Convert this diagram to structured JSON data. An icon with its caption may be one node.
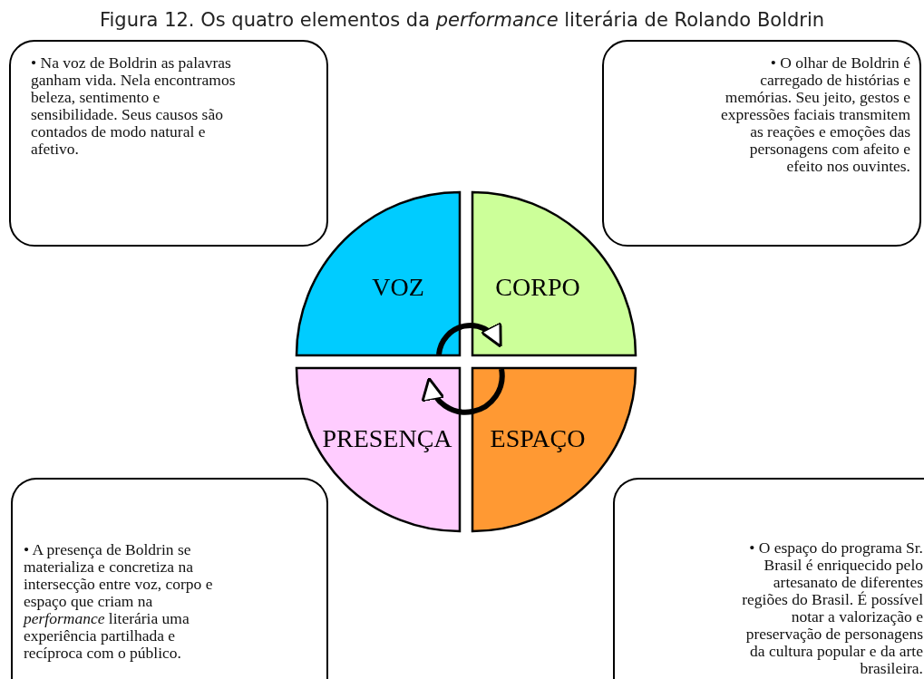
{
  "diagram": {
    "title": "Figura 12. Os quatro elementos da *performance* literária de Rolando Boldrin",
    "nodes": [
      {
        "text": [
          "• Na voz de Boldrin as palavras ganham vida. Nela encontramos beleza, sentimento e sensibilidade. Seus causos são contados de modo natural e afetivo."
        ]
      },
      {
        "text": [
          "• O olhar de Boldrin é carregado de histórias e memórias. Seu jeito, gestos e expressões faciais transmitem as reações e emoções das personagens com afeito e efeito nos ouvintes."
        ]
      },
      {
        "text": [
          "VOZ"
        ]
      },
      {
        "text": [
          "CORPO"
        ]
      },
      {
        "text": [
          "PRESENÇA"
        ]
      },
      {
        "text": [
          "ESPAÇO"
        ]
      },
      {
        "text": [
          "• A presença de Boldrin se materializa e concretiza na intersecção entre voz, corpo e espaço que criam na *performance* literária uma experiência partilhada e recíproca com o público."
        ]
      },
      {
        "text": [
          "• O espaço do programa Sr. Brasil é enriquecido pelo artesanato de diferentes regiões do Brasil. É possível notar a valorização e preservação de personagens da cultura popular e da arte brasileira."
        ]
      }
    ],
    "edges": [
      {
        "from": 2,
        "to": 3,
        "arrow": "to"
      },
      {
        "from": 5,
        "to": 4,
        "arrow": "to"
      }
    ]
  }
}
